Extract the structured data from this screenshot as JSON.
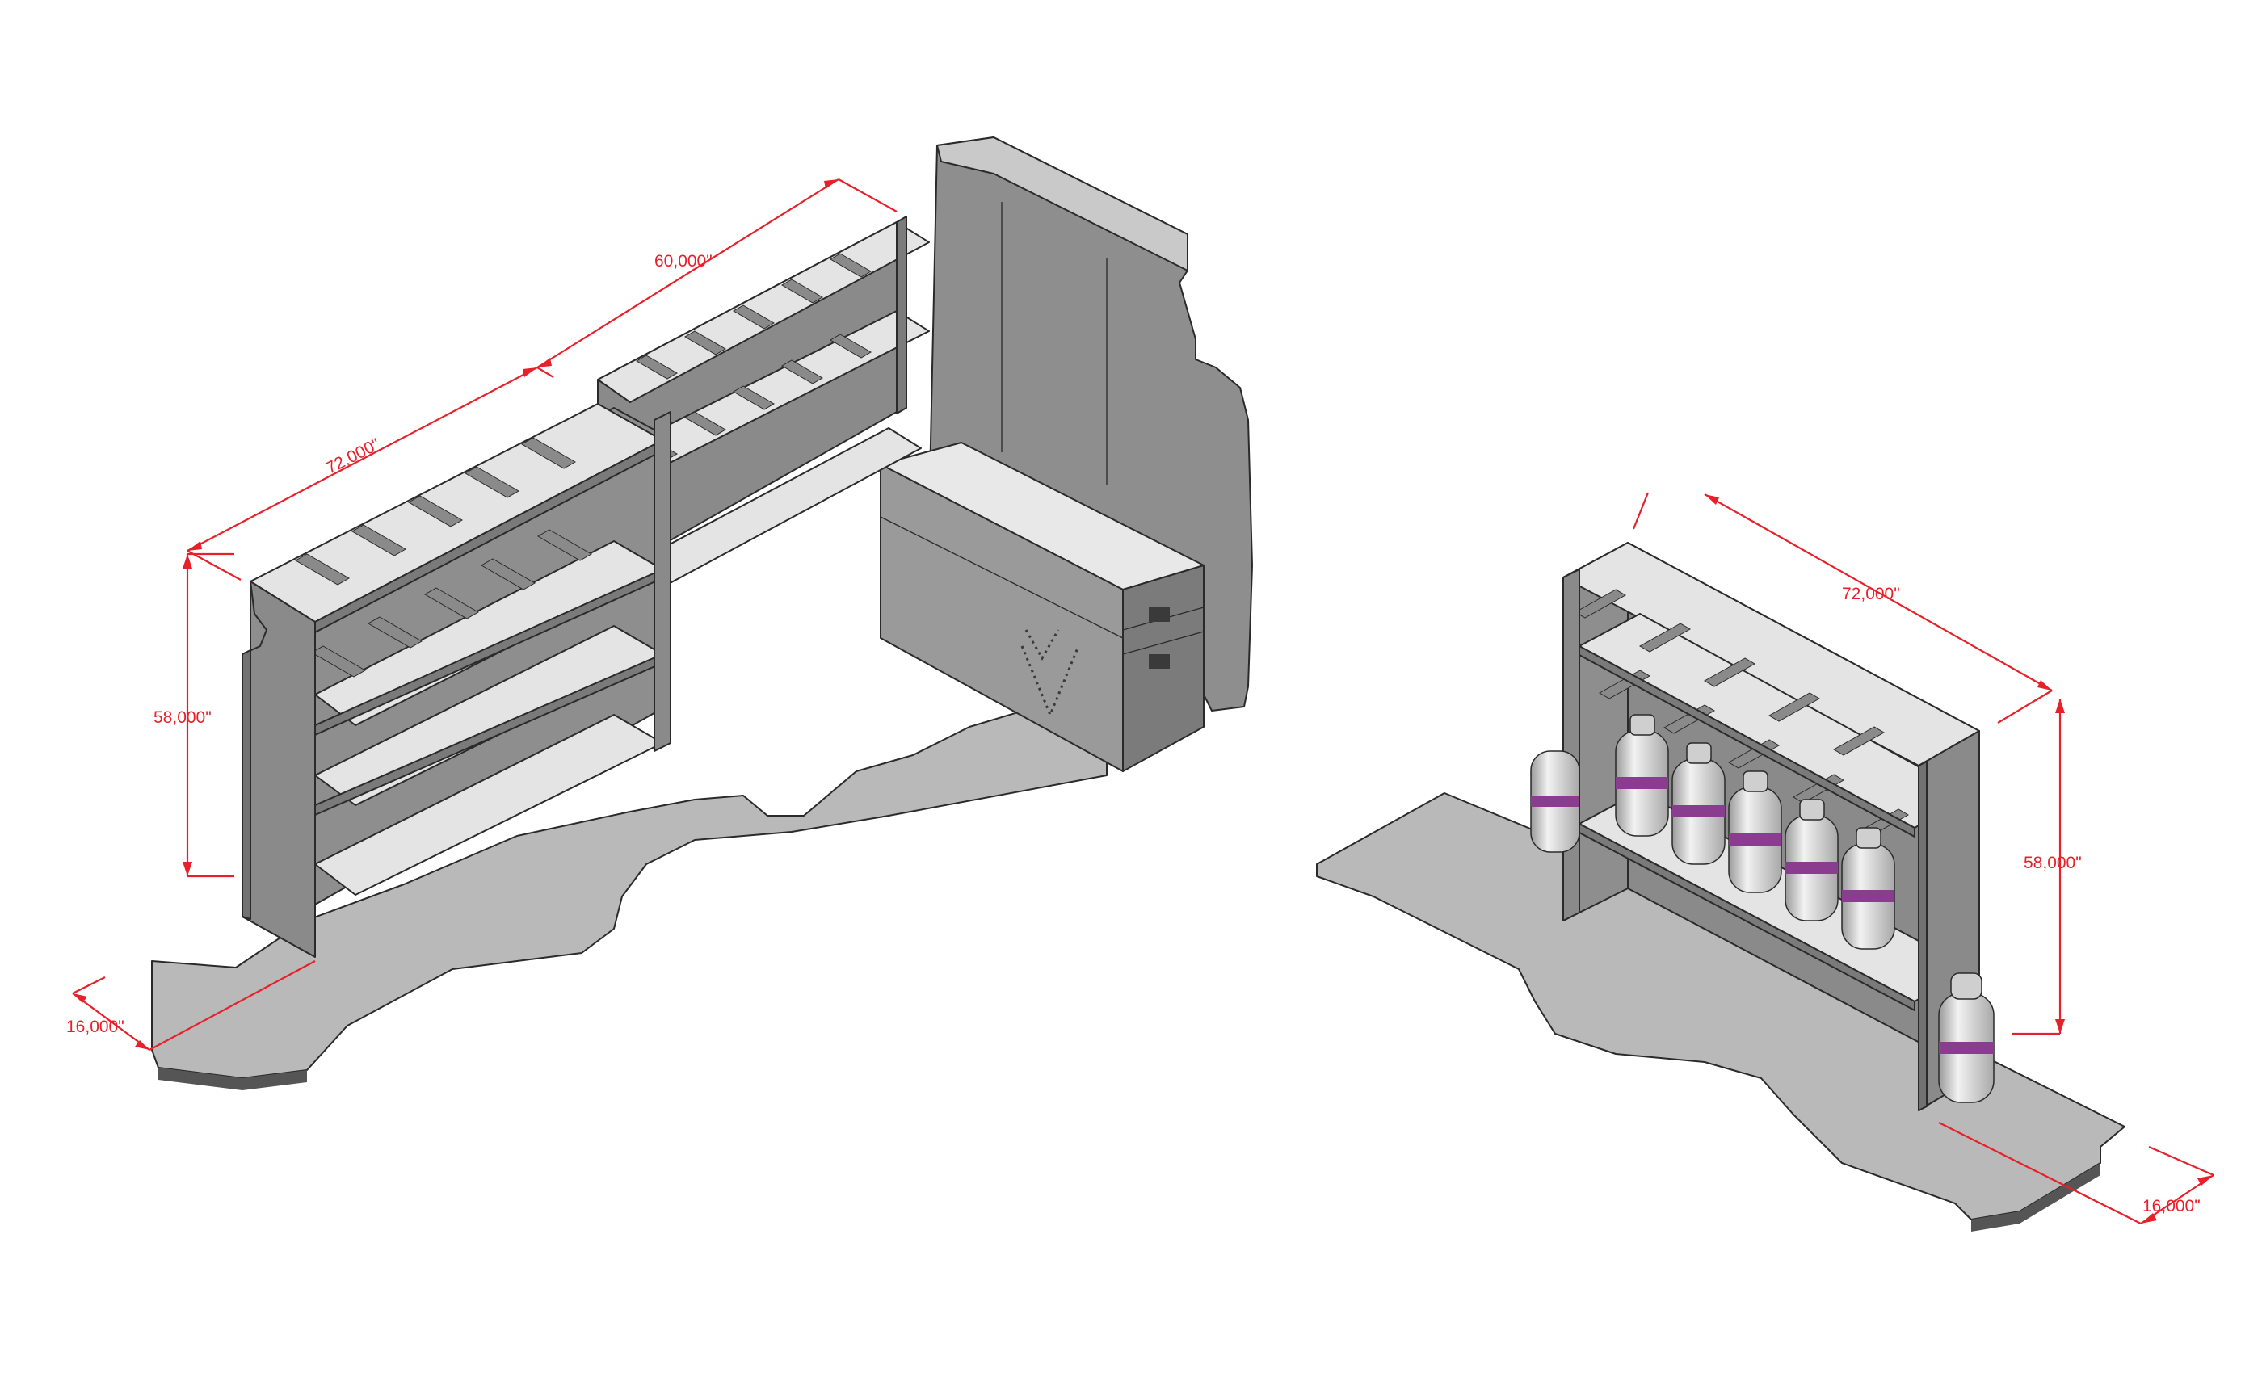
{
  "colors": {
    "dimension": "#e8202a",
    "panel": "#8a8a8a",
    "panel_dark": "#6e6e6e",
    "shelf": "#e4e4e4",
    "floor": "#b9b9b9",
    "tank": "#dcdcdc",
    "tank_band": "#8a3d8f"
  },
  "drawing_left": {
    "dims": {
      "length_front": "72,000\"",
      "length_rear": "60,000\"",
      "height": "58,000\"",
      "depth": "16,000\""
    }
  },
  "drawing_right": {
    "dims": {
      "length": "72,000\"",
      "height": "58,000\"",
      "depth": "16,000\""
    },
    "tank_count": 7
  }
}
